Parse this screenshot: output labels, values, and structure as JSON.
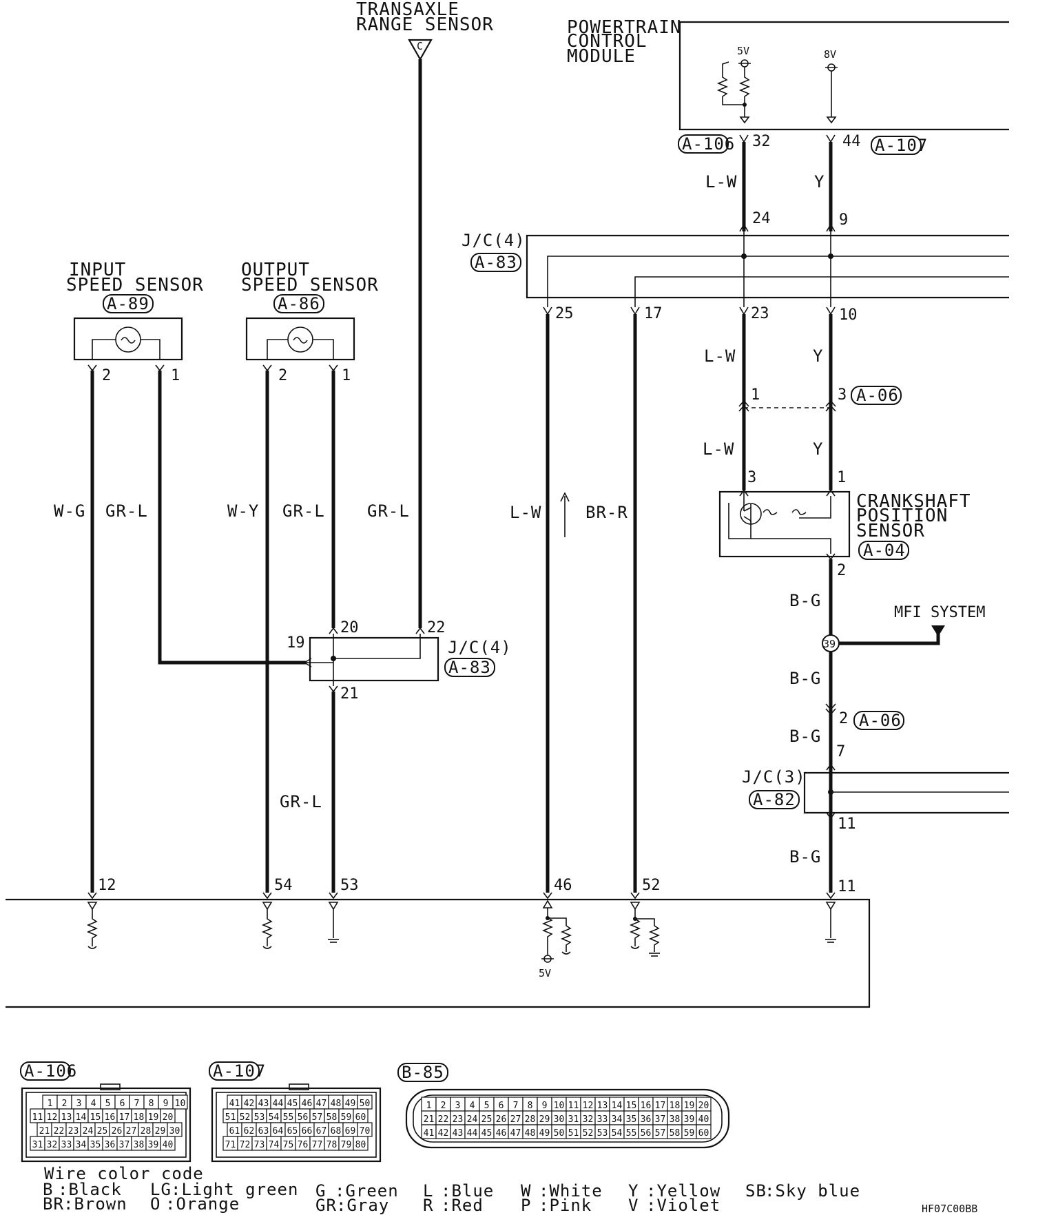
{
  "components": {
    "transaxle_range_sensor": {
      "line1": "TRANSAXLE",
      "line2": "RANGE SENSOR",
      "connector_letter": "C"
    },
    "pcm": {
      "line1": "POWERTRAIN",
      "line2": "CONTROL",
      "line3": "MODULE",
      "supply_5v": "5V",
      "supply_8v": "8V"
    },
    "input_speed_sensor": {
      "line1": "INPUT",
      "line2": "SPEED SENSOR",
      "connector": "A-89"
    },
    "output_speed_sensor": {
      "line1": "OUTPUT",
      "line2": "SPEED SENSOR",
      "connector": "A-86"
    },
    "crankshaft_position_sensor": {
      "line1": "CRANKSHAFT",
      "line2": "POSITION",
      "line3": "SENSOR",
      "connector": "A-04"
    },
    "jc4_top": {
      "label": "J/C(4)",
      "connector": "A-83"
    },
    "jc4_mid": {
      "label": "J/C(4)",
      "connector": "A-83"
    },
    "jc3": {
      "label": "J/C(3)",
      "connector": "A-82"
    },
    "mfi_system": "MFI SYSTEM",
    "splice_39": "39",
    "tcm_5v": "5V"
  },
  "connectors": {
    "a106_top": "A-106",
    "a107_top": "A-107",
    "a06_top": "A-06",
    "a06_bottom": "A-06"
  },
  "wires": {
    "w_g": "W-G",
    "gr_l_input": "GR-L",
    "w_y": "W-Y",
    "gr_l_output": "GR-L",
    "gr_l_range": "GR-L",
    "gr_l_lower": "GR-L",
    "l_w_tcm": "L-W",
    "br_r": "BR-R",
    "l_w_1": "L-W",
    "y_1": "Y",
    "l_w_2": "L-W",
    "y_2": "Y",
    "l_w_3": "L-W",
    "y_3": "Y",
    "b_g_1": "B-G",
    "b_g_2": "B-G",
    "b_g_3": "B-G",
    "b_g_4": "B-G"
  },
  "pins": {
    "pcm_32": "32",
    "pcm_44": "44",
    "jc_24": "24",
    "jc_9": "9",
    "jc_25": "25",
    "jc_17": "17",
    "jc_23": "23",
    "jc_10": "10",
    "a06_1": "1",
    "a06_3": "3",
    "ckp_3": "3",
    "ckp_1": "1",
    "ckp_2": "2",
    "iss_2": "2",
    "iss_1": "1",
    "oss_2": "2",
    "oss_1": "1",
    "jc_19": "19",
    "jc_20": "20",
    "jc_22": "22",
    "jc_21": "21",
    "a06_2": "2",
    "jc3_7": "7",
    "jc3_11": "11",
    "tcm_12": "12",
    "tcm_54": "54",
    "tcm_53": "53",
    "tcm_46": "46",
    "tcm_52": "52",
    "tcm_11": "11"
  },
  "connector_views": [
    {
      "id": "A-106",
      "rows": [
        [
          "1",
          "2",
          "3",
          "4",
          "5",
          "6",
          "7",
          "8",
          "9",
          "10"
        ],
        [
          "11",
          "12",
          "13",
          "14",
          "15",
          "16",
          "17",
          "18",
          "19",
          "20"
        ],
        [
          "21",
          "22",
          "23",
          "24",
          "25",
          "26",
          "27",
          "28",
          "29",
          "30"
        ],
        [
          "31",
          "32",
          "33",
          "34",
          "35",
          "36",
          "37",
          "38",
          "39",
          "40"
        ]
      ]
    },
    {
      "id": "A-107",
      "rows": [
        [
          "41",
          "42",
          "43",
          "44",
          "45",
          "46",
          "47",
          "48",
          "49",
          "50"
        ],
        [
          "51",
          "52",
          "53",
          "54",
          "55",
          "56",
          "57",
          "58",
          "59",
          "60"
        ],
        [
          "61",
          "62",
          "63",
          "64",
          "65",
          "66",
          "67",
          "68",
          "69",
          "70"
        ],
        [
          "71",
          "72",
          "73",
          "74",
          "75",
          "76",
          "77",
          "78",
          "79",
          "80"
        ]
      ]
    },
    {
      "id": "B-85",
      "rows": [
        [
          "1",
          "2",
          "3",
          "4",
          "5",
          "6",
          "7",
          "8",
          "9",
          "10",
          "11",
          "12",
          "13",
          "14",
          "15",
          "16",
          "17",
          "18",
          "19",
          "20"
        ],
        [
          "21",
          "22",
          "23",
          "24",
          "25",
          "26",
          "27",
          "28",
          "29",
          "30",
          "31",
          "32",
          "33",
          "34",
          "35",
          "36",
          "37",
          "38",
          "39",
          "40"
        ],
        [
          "41",
          "42",
          "43",
          "44",
          "45",
          "46",
          "47",
          "48",
          "49",
          "50",
          "51",
          "52",
          "53",
          "54",
          "55",
          "56",
          "57",
          "58",
          "59",
          "60"
        ]
      ]
    }
  ],
  "legend": {
    "title": "Wire color code",
    "items": [
      {
        "code": "B",
        "name": ":Black"
      },
      {
        "code": "BR",
        "name": ":Brown"
      },
      {
        "code": "LG",
        "name": ":Light green"
      },
      {
        "code": "O",
        "name": ":Orange"
      },
      {
        "code": "G",
        "name": ":Green"
      },
      {
        "code": "GR",
        "name": ":Gray"
      },
      {
        "code": "L",
        "name": ":Blue"
      },
      {
        "code": "R",
        "name": ":Red"
      },
      {
        "code": "W",
        "name": ":White"
      },
      {
        "code": "P",
        "name": ":Pink"
      },
      {
        "code": "Y",
        "name": ":Yellow"
      },
      {
        "code": "V",
        "name": ":Violet"
      },
      {
        "code": "SB",
        "name": ":Sky blue"
      }
    ]
  },
  "figure_code": "HF07C00BB"
}
